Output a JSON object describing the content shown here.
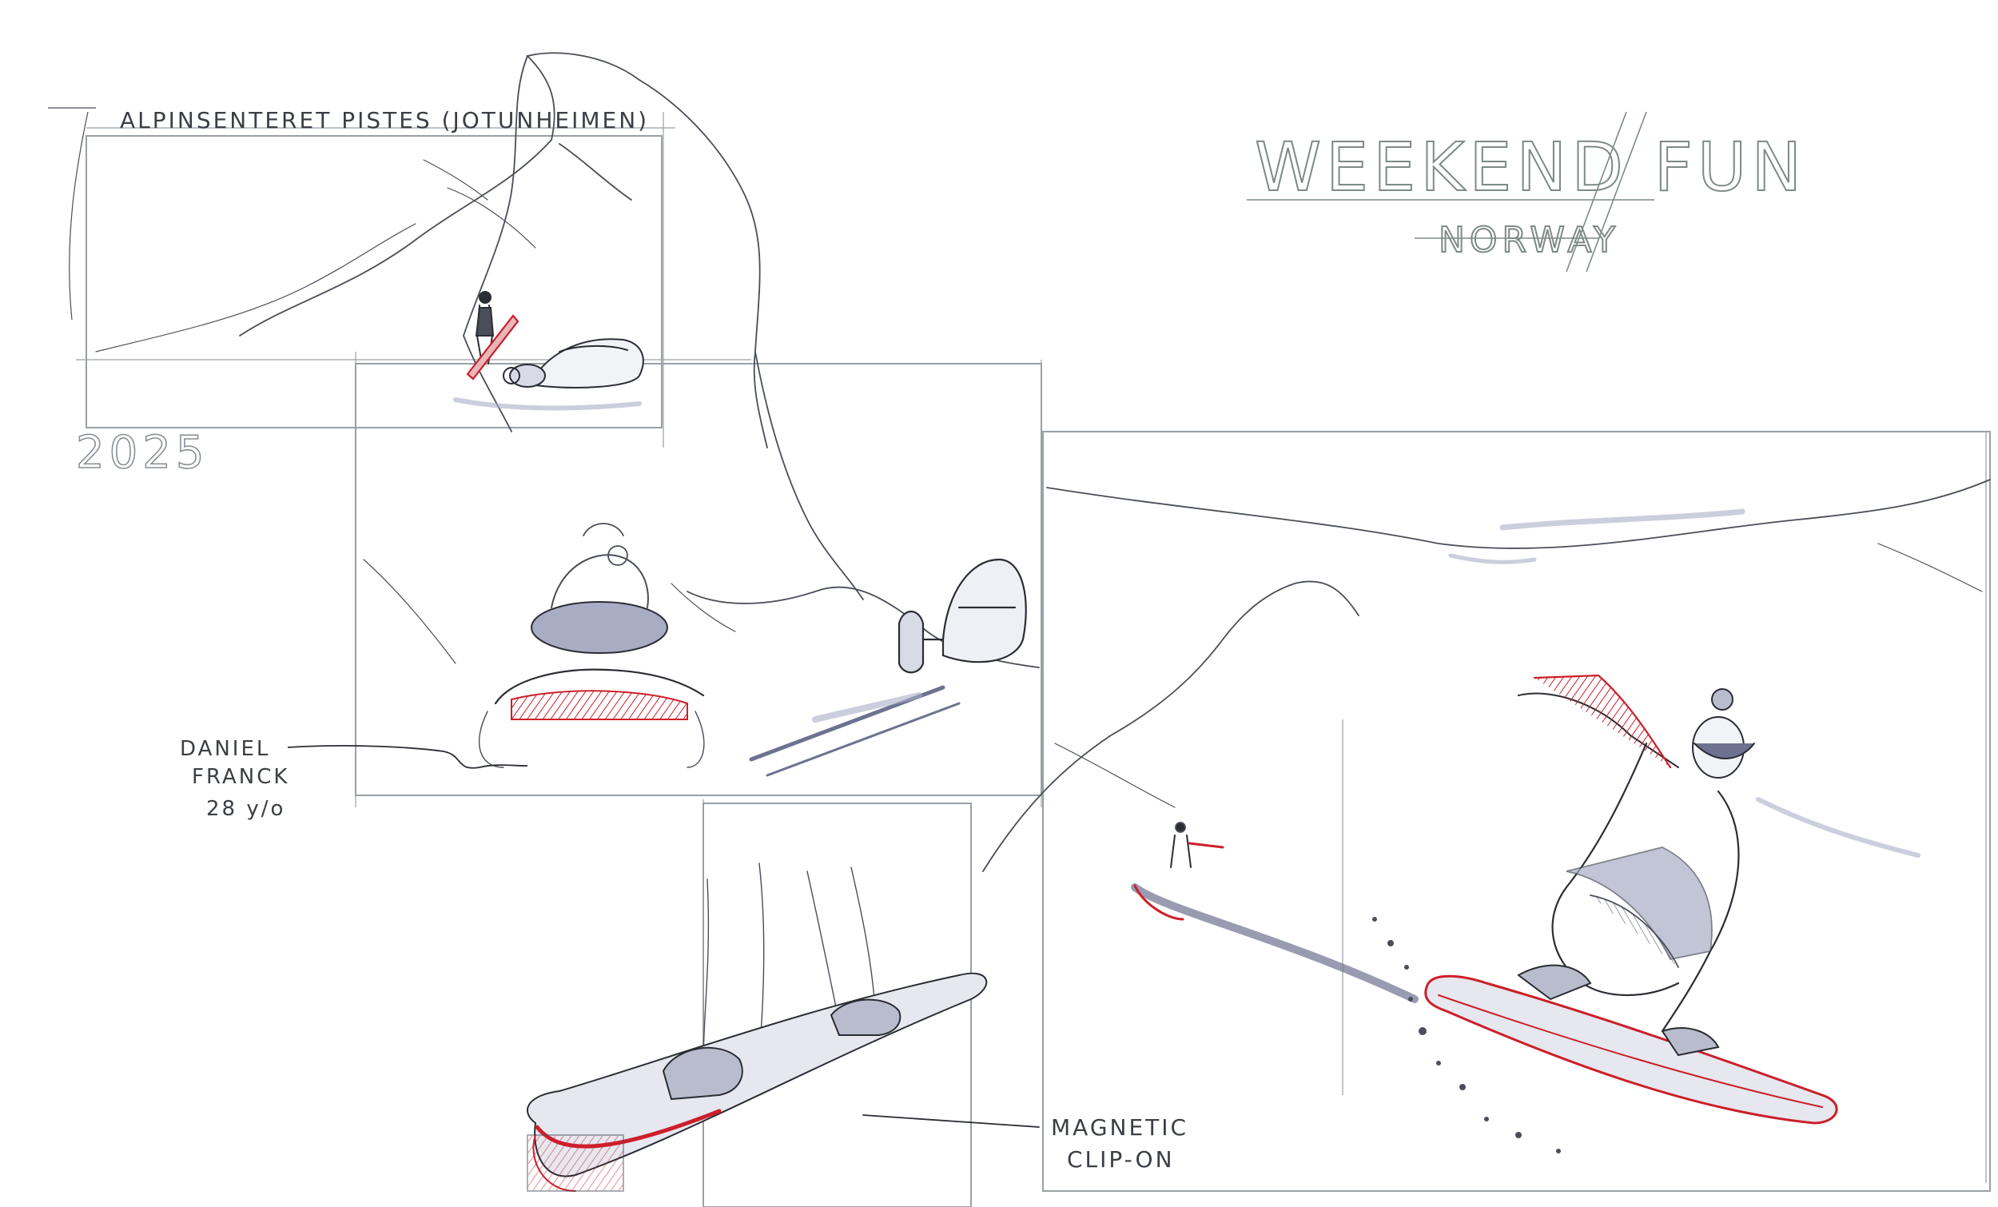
{
  "sketch": {
    "location_label": "ALPINSENTERET PISTES (JOTUNHEIMEN)",
    "year": "2025",
    "title": "WEEKEND FUN",
    "subtitle": "NORWAY",
    "character": {
      "name_line1": "DANIEL",
      "name_line2": "FRANCK",
      "age": "28 y/o"
    },
    "callout": {
      "line1": "MAGNETIC",
      "line2": "CLIP-ON"
    },
    "colors": {
      "pencil": "#3b3f45",
      "marker_grey": "#a9adc4",
      "accent_red": "#cc1f2a",
      "title_grey": "#7d8a86"
    }
  }
}
